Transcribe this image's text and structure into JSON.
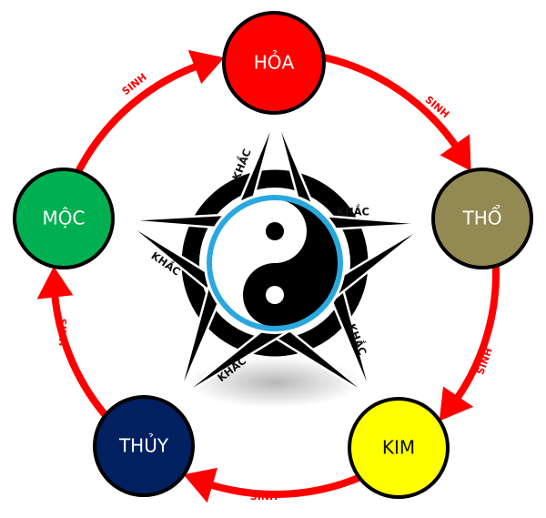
{
  "title": "Ngũ hành sinh khắc",
  "colors": {
    "sinh_arrow": "#ff0000",
    "node_border": "#000000",
    "star": "#000000",
    "yin_yang_ring": "#29a8e0"
  },
  "elements": [
    {
      "id": "hoa",
      "label": "HỎA",
      "fill": "#ff0000",
      "text_color": "#ffffff"
    },
    {
      "id": "tho",
      "label": "THỔ",
      "fill": "#938953",
      "text_color": "#ffffff"
    },
    {
      "id": "kim",
      "label": "KIM",
      "fill": "#ffff00",
      "text_color": "#111111"
    },
    {
      "id": "thuy",
      "label": "THỦY",
      "fill": "#002060",
      "text_color": "#ffffff"
    },
    {
      "id": "moc",
      "label": "MỘC",
      "fill": "#00b050",
      "text_color": "#ffffff"
    }
  ],
  "sinh_cycle": [
    {
      "from": "moc",
      "to": "hoa",
      "label": "SINH"
    },
    {
      "from": "hoa",
      "to": "tho",
      "label": "SINH"
    },
    {
      "from": "tho",
      "to": "kim",
      "label": "SINH"
    },
    {
      "from": "kim",
      "to": "thuy",
      "label": "SINH"
    },
    {
      "from": "thuy",
      "to": "moc",
      "label": "SINH"
    }
  ],
  "khac_cycle": [
    {
      "from": "hoa",
      "to": "kim",
      "label": "KHẮC"
    },
    {
      "from": "tho",
      "to": "thuy",
      "label": "KHẮC"
    },
    {
      "from": "kim",
      "to": "moc",
      "label": "KHẮC"
    },
    {
      "from": "thuy",
      "to": "hoa",
      "label": "KHẮC"
    },
    {
      "from": "moc",
      "to": "tho",
      "label": "KHẮC"
    }
  ],
  "center_symbol": "yin-yang"
}
